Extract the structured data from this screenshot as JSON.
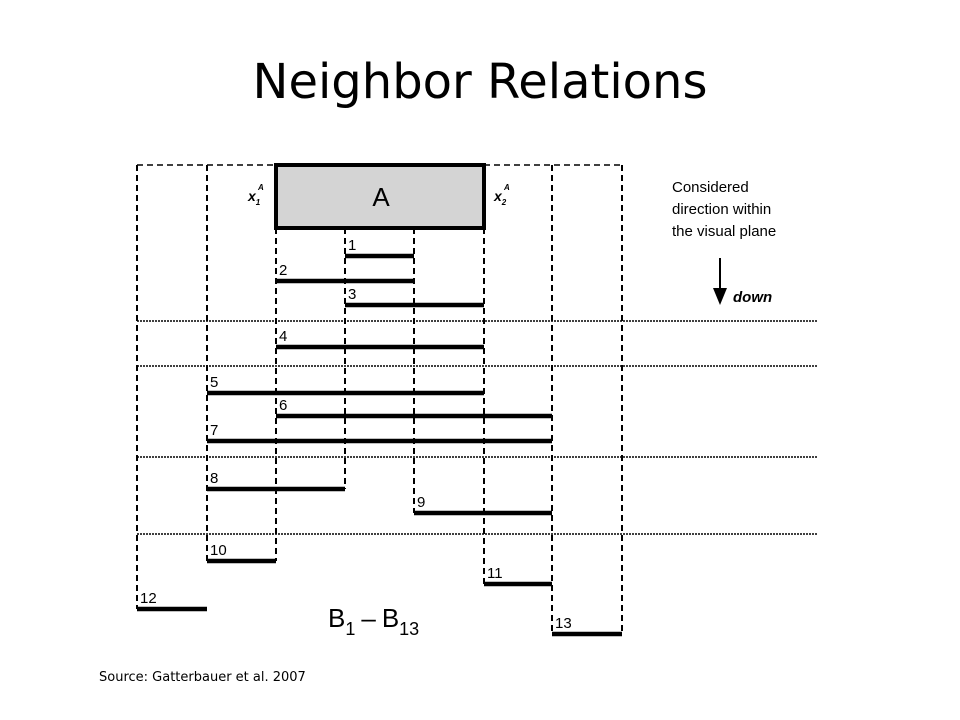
{
  "slide": {
    "title": "Neighbor Relations",
    "source": "Source: Gatterbauer et al. 2007"
  },
  "diagram": {
    "box_label": "A",
    "x1_label": "x",
    "x1_sub": "1",
    "x1_sup": "A",
    "x2_label": "x",
    "x2_sub": "2",
    "x2_sup": "A",
    "note_lines": [
      "Considered",
      "direction within",
      "the visual plane"
    ],
    "arrow_label": "down",
    "range_b": "B",
    "range_sub1": "1",
    "range_dash": "–",
    "range_sub2": "13",
    "bars": [
      {
        "label": "1",
        "from": "x3",
        "to": "x4"
      },
      {
        "label": "2",
        "from": "x2",
        "to": "x4"
      },
      {
        "label": "3",
        "from": "x3",
        "to": "x5"
      },
      {
        "label": "4",
        "from": "x2",
        "to": "x5"
      },
      {
        "label": "5",
        "from": "x1",
        "to": "x5"
      },
      {
        "label": "6",
        "from": "x2",
        "to": "x6"
      },
      {
        "label": "7",
        "from": "x1",
        "to": "x6"
      },
      {
        "label": "8",
        "from": "x1",
        "to": "x3"
      },
      {
        "label": "9",
        "from": "x4",
        "to": "x6"
      },
      {
        "label": "10",
        "from": "x1",
        "to": "x2"
      },
      {
        "label": "11",
        "from": "x5",
        "to": "x6"
      },
      {
        "label": "12",
        "from": "x0",
        "to": "x1"
      },
      {
        "label": "13",
        "from": "x6",
        "to": "x7"
      }
    ]
  }
}
